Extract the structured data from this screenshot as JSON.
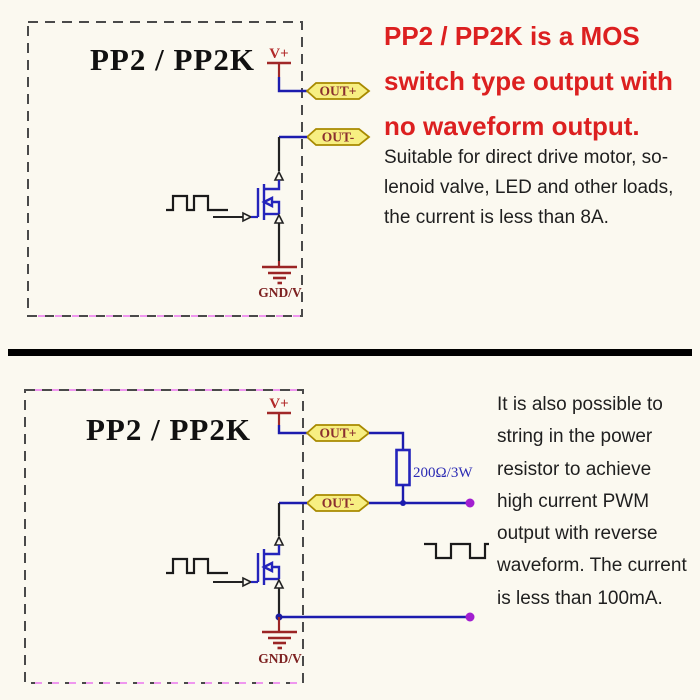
{
  "colors": {
    "background": "#fbf9f0",
    "wire_blue": "#1c1cae",
    "mosfet_blue": "#2424bb",
    "symbol_dark_red": "#9b2525",
    "tag_fill": "#f7ef82",
    "tag_border": "#a88a00",
    "tag_text": "#8a2f2f",
    "heading_red": "#dc2020",
    "body_text": "#1f1f1f",
    "terminal_purple": "#a21fd0",
    "dash_gray": "#4a4a4a",
    "dash_pink": "#ef97ef",
    "divider_black": "#000000",
    "resistor_label_blue": "#2b2bb4"
  },
  "panel_top": {
    "title": "PP2 / PP2K",
    "v_plus_label": "V+",
    "out_plus_label": "OUT+",
    "out_minus_label": "OUT-",
    "gnd_label": "GND/V",
    "heading_lines": [
      "PP2 / PP2K is a MOS",
      "switch type output with",
      "no waveform output."
    ],
    "body_lines": [
      "Suitable for direct drive motor, so-",
      "lenoid valve, LED and other loads,",
      "the current is less than 8A."
    ]
  },
  "panel_bottom": {
    "title": "PP2 / PP2K",
    "v_plus_label": "V+",
    "out_plus_label": "OUT+",
    "out_minus_label": "OUT-",
    "gnd_label": "GND/V",
    "resistor_label": "200Ω/3W",
    "body_lines": [
      "It is also possible to",
      "string in the power",
      "resistor to achieve",
      "high current PWM",
      "output with reverse",
      "waveform. The current",
      "is less than 100mA."
    ]
  }
}
